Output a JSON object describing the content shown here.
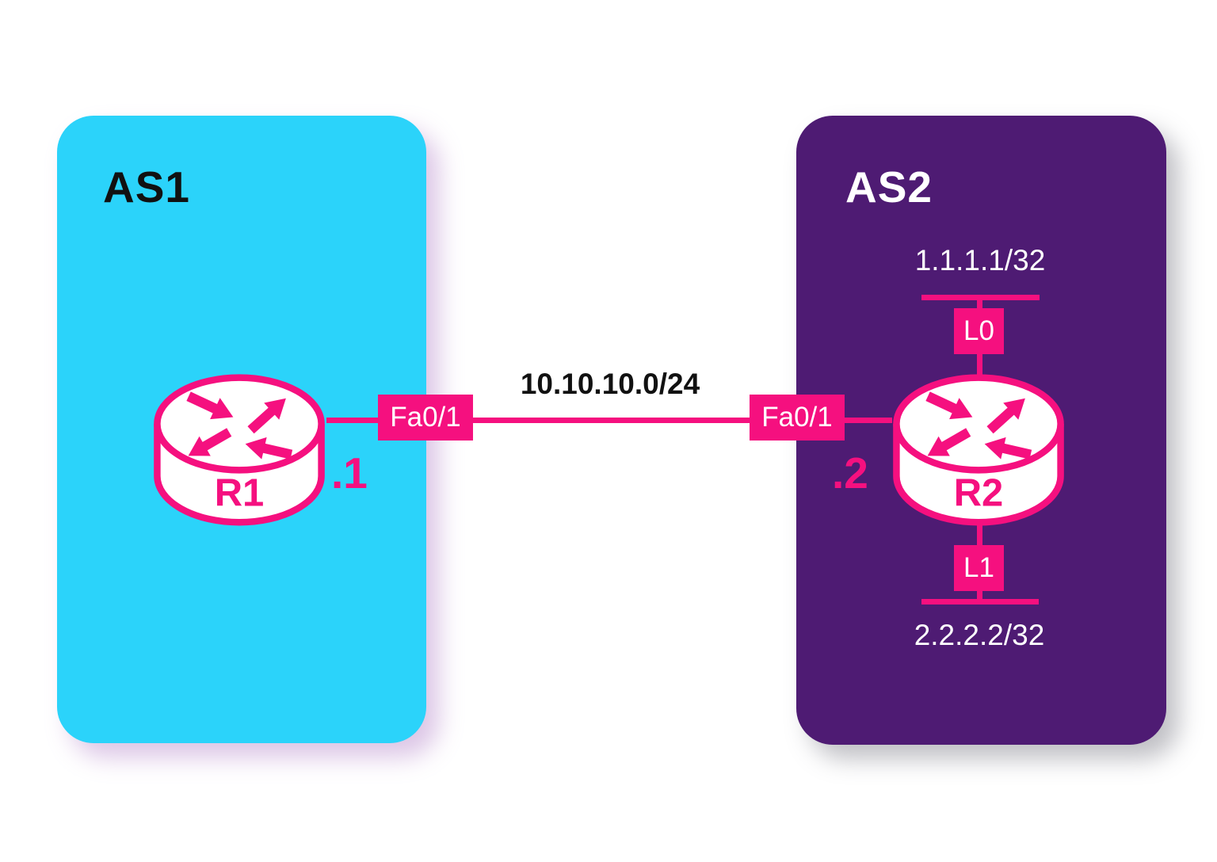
{
  "as1": {
    "label": "AS1"
  },
  "as2": {
    "label": "AS2"
  },
  "r1": {
    "name": "R1",
    "interface": "Fa0/1",
    "link_ip_suffix": ".1"
  },
  "r2": {
    "name": "R2",
    "interface": "Fa0/1",
    "link_ip_suffix": ".2"
  },
  "link": {
    "subnet": "10.10.10.0/24"
  },
  "loopbacks": [
    {
      "label": "L0",
      "ip": "1.1.1.1/32"
    },
    {
      "label": "L1",
      "ip": "2.2.2.2/32"
    }
  ],
  "colors": {
    "as1_fill": "#2BD3FA",
    "as2_fill": "#4E1B73",
    "accent_pink": "#F5107F",
    "text_dark": "#111111",
    "text_light": "#FFFFFF",
    "background": "#FFFFFF"
  }
}
